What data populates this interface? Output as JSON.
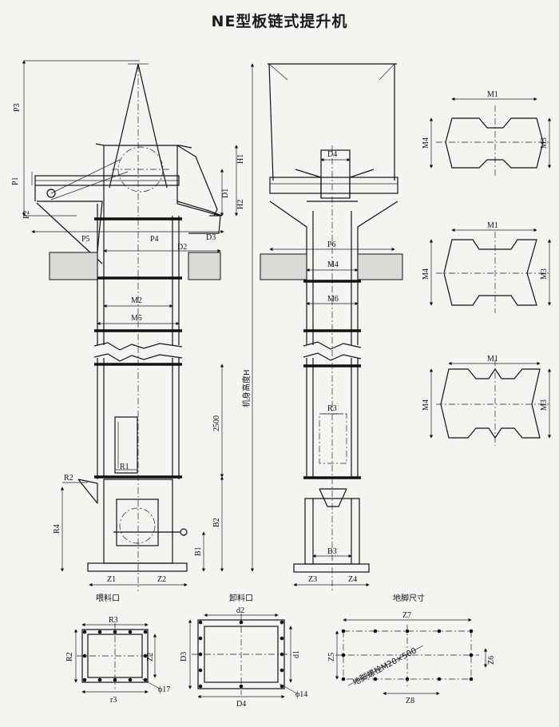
{
  "title": "NE型板链式提升机",
  "dims": {
    "P1": "P1",
    "P2": "P2",
    "P3": "P3",
    "P4": "P4",
    "P5": "P5",
    "P6": "P6",
    "H1": "H1",
    "H2": "H2",
    "D1": "D1",
    "D2": "D2",
    "D3": "D3",
    "D4": "D4",
    "M1": "M1",
    "M2": "M2",
    "M3": "M3",
    "M4": "M4",
    "M5": "M5",
    "M6": "M6",
    "R1": "R1",
    "R2": "R2",
    "R3": "R3",
    "R4": "R4",
    "B1": "B1",
    "B2": "B2",
    "B3": "B3",
    "Z1": "Z1",
    "Z2": "Z2",
    "Z3": "Z3",
    "Z4": "Z4",
    "Z5": "Z5",
    "Z6": "Z6",
    "Z7": "Z7",
    "Z8": "Z8",
    "d1": "d1",
    "d2": "d2",
    "r3": "r3",
    "h2500": "2500",
    "height_label": "机身高度H",
    "phi17": "ϕ17",
    "phi14": "ϕ14",
    "bolt_label": "地脚螺栓M20×500"
  },
  "captions": {
    "feed": "喂料口",
    "discharge": "卸料口",
    "foundation": "地脚尺寸"
  }
}
